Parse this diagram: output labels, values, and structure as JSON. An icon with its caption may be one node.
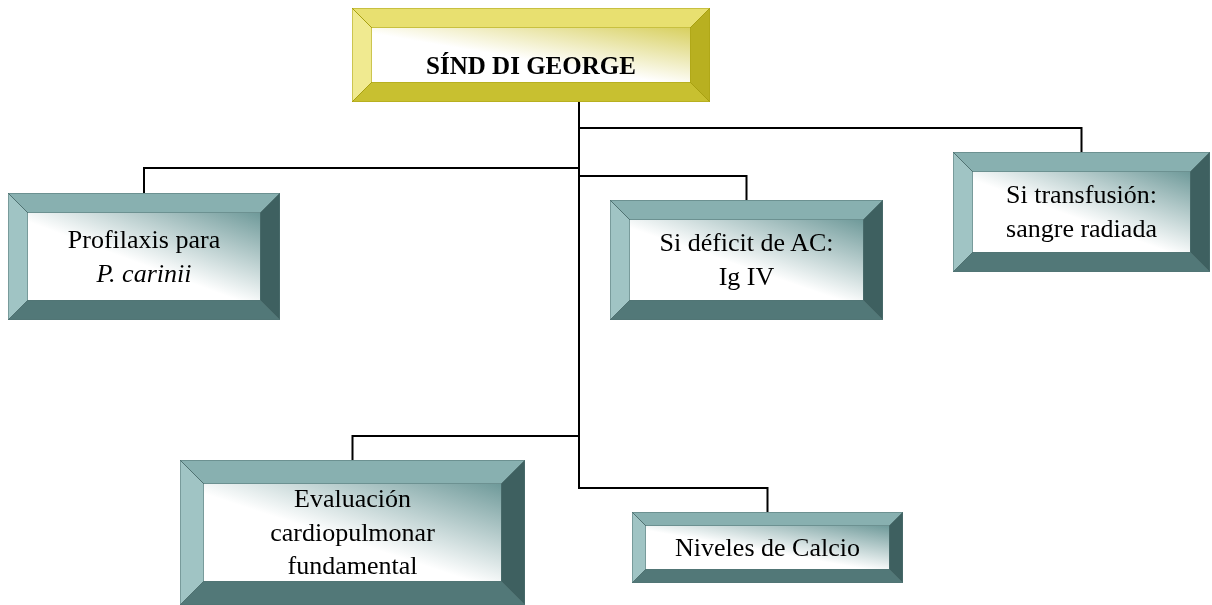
{
  "diagram": {
    "nodes": [
      {
        "text": [
          "SÍND DI GEORGE"
        ]
      },
      {
        "text": [
          "Profilaxis para *P. carinii*"
        ]
      },
      {
        "text": [
          "Si déficit de AC: Ig IV"
        ]
      },
      {
        "text": [
          "Si transfusión: sangre radiada"
        ]
      },
      {
        "text": [
          "Evaluación cardiopulmonar fundamental"
        ]
      },
      {
        "text": [
          "Niveles de Calcio"
        ]
      }
    ],
    "edges": [
      {
        "from": 0,
        "to": 3,
        "arrow": "none"
      },
      {
        "from": 0,
        "to": 1,
        "arrow": "none"
      },
      {
        "from": 0,
        "to": 2,
        "arrow": "none"
      },
      {
        "from": 0,
        "to": 4,
        "arrow": "none"
      },
      {
        "from": 0,
        "to": 5,
        "arrow": "none"
      }
    ]
  }
}
